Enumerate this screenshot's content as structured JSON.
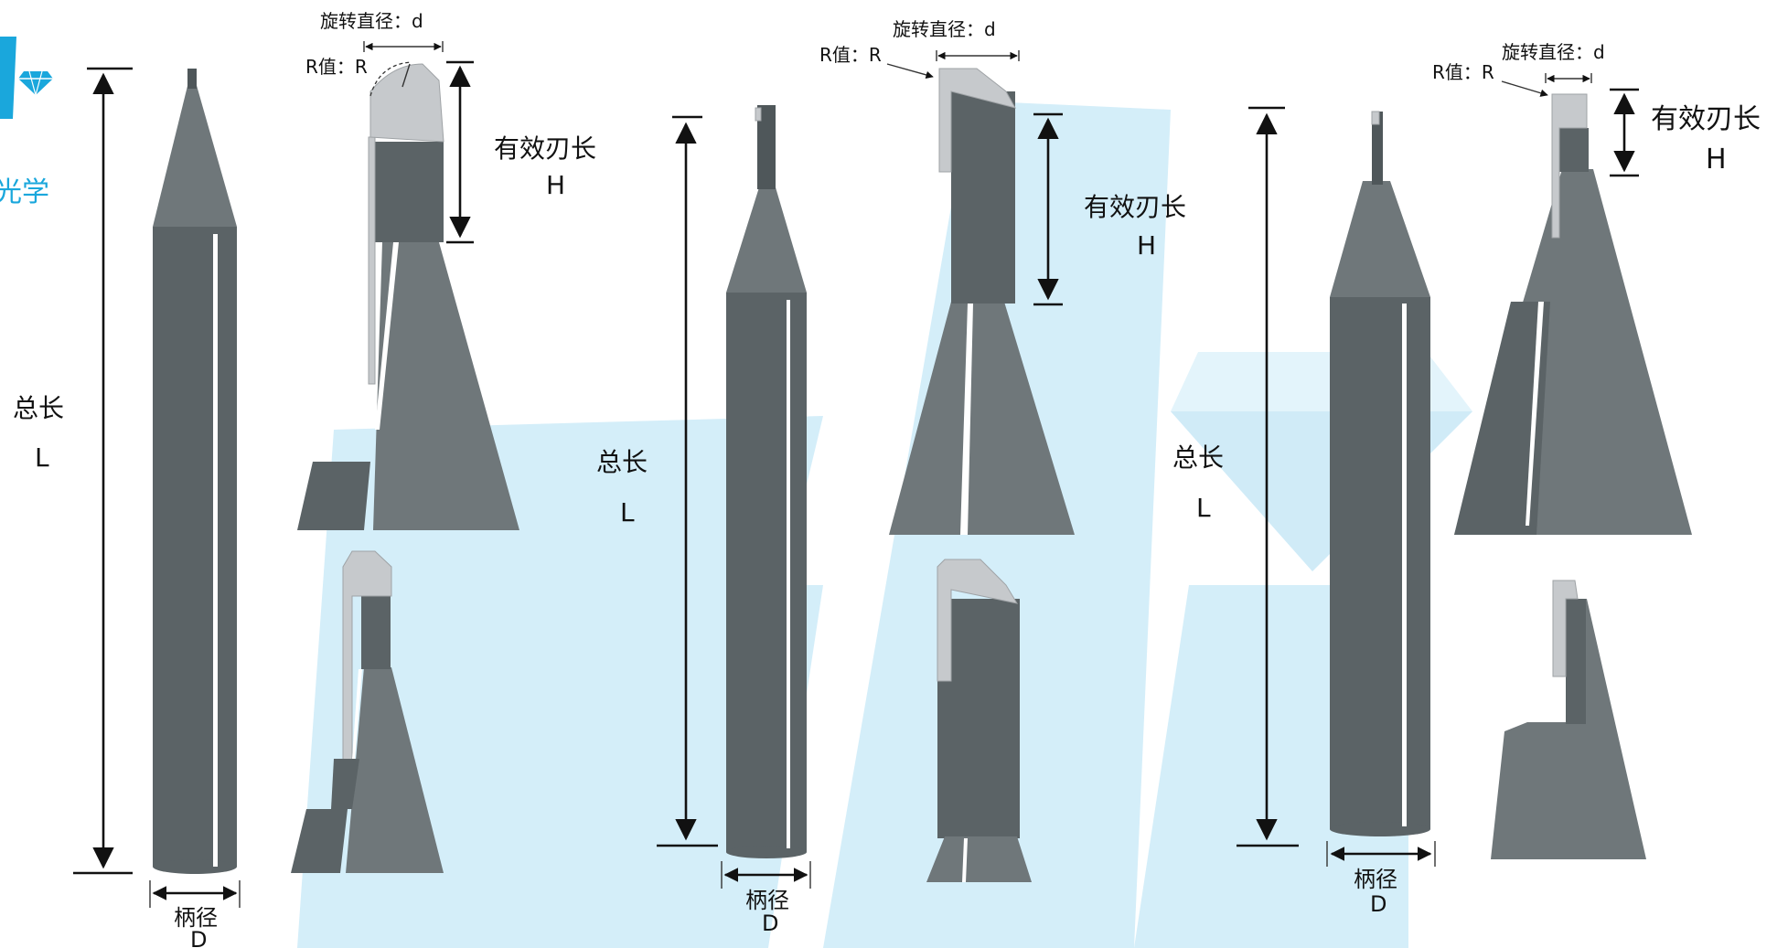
{
  "brand": {
    "logo_text": "光学",
    "accent_color": "#1aa7dc",
    "watermark_color": "#d4eef9"
  },
  "panels": [
    {
      "id": "tool-1",
      "total_length_label": "总长",
      "total_length_symbol": "L",
      "shank_label": "柄径",
      "shank_symbol": "D",
      "rotation_label": "旋转直径：d",
      "r_label": "R值：R",
      "edge_label": "有效刃长",
      "edge_symbol": "H"
    },
    {
      "id": "tool-2",
      "total_length_label": "总长",
      "total_length_symbol": "L",
      "shank_label": "柄径",
      "shank_symbol": "D",
      "rotation_label": "旋转直径：d",
      "r_label": "R值：R",
      "edge_label": "有效刃长",
      "edge_symbol": "H"
    },
    {
      "id": "tool-3",
      "total_length_label": "总长",
      "total_length_symbol": "L",
      "shank_label": "柄径",
      "shank_symbol": "D",
      "rotation_label": "旋转直径：d",
      "r_label": "R值：R",
      "edge_label": "有效刃长",
      "edge_symbol": "H"
    }
  ],
  "colors": {
    "tool_body": "#5b6366",
    "blade": "#c6c9cc",
    "dimension_line": "#111111"
  }
}
